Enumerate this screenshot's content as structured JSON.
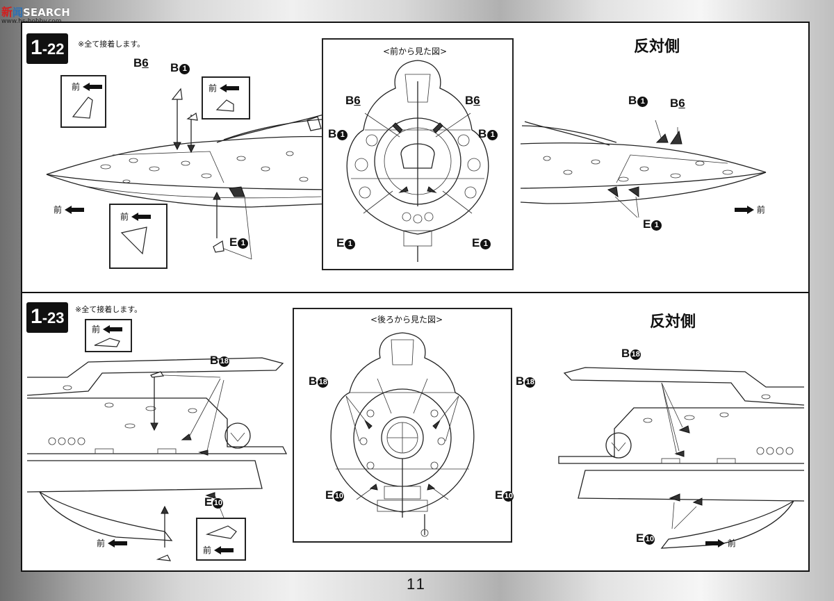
{
  "watermark": {
    "part1": "新",
    "part2": "闻",
    "part3": "SEARCH",
    "url": "www.hs-hobby.com"
  },
  "step_1_22": {
    "number": "1",
    "sub": "-22",
    "note": "※全て接着します。",
    "opposite_side": "反対側",
    "front_view_title": "<前から見た図>",
    "labels": {
      "b6": "B",
      "b6_num": "6",
      "b1": "B",
      "b1_num": "1",
      "e1": "E",
      "e1_num": "1"
    },
    "front": "前"
  },
  "step_1_23": {
    "number": "1",
    "sub": "-23",
    "note": "※全て接着します。",
    "opposite_side": "反対側",
    "rear_view_title": "<後ろから見た図>",
    "labels": {
      "b18": "B",
      "b18_num": "18",
      "e10": "E",
      "e10_num": "10"
    },
    "front": "前"
  },
  "page_number": "11"
}
